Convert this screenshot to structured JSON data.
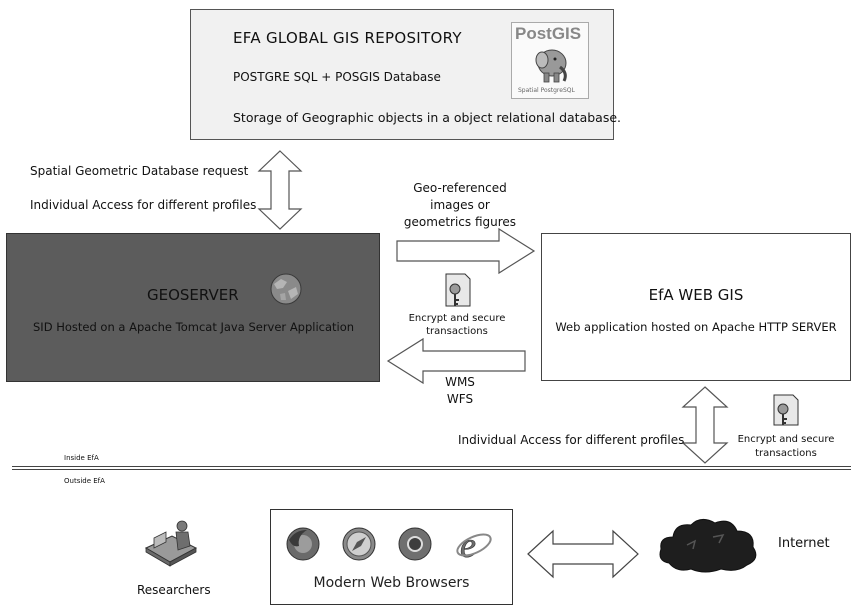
{
  "repository": {
    "title": "EFA GLOBAL GIS  REPOSITORY",
    "line1": "POSTGRE SQL + POSGIS Database",
    "line2": "Storage of Geographic objects in a object relational database.",
    "logo_text": "PostGIS",
    "logo_subtext": "Spatial PostgreSQL"
  },
  "left_labels": {
    "request": "Spatial Geometric Database request",
    "access": "Individual Access for different profiles"
  },
  "geo_flow": {
    "line1": "Geo-referenced",
    "line2": "images or",
    "line3": "geometrics figures"
  },
  "geoserver": {
    "title": "GEOSERVER",
    "subtitle": "SID Hosted on a Apache Tomcat Java Server Application"
  },
  "middle_encrypt": {
    "line1": "Encrypt and secure",
    "line2": "transactions"
  },
  "webgis": {
    "title": "EfA WEB GIS",
    "subtitle": "Web application hosted on Apache HTTP SERVER"
  },
  "services": {
    "line1": "WMS",
    "line2": "WFS"
  },
  "right_labels": {
    "access": "Individual Access for different profiles",
    "encrypt_line1": "Encrypt and secure",
    "encrypt_line2": "transactions"
  },
  "zones": {
    "inside": "Inside EfA",
    "outside": "Outside EfA"
  },
  "bottom": {
    "researchers": "Researchers",
    "browsers": "Modern Web Browsers",
    "internet": "Internet"
  }
}
